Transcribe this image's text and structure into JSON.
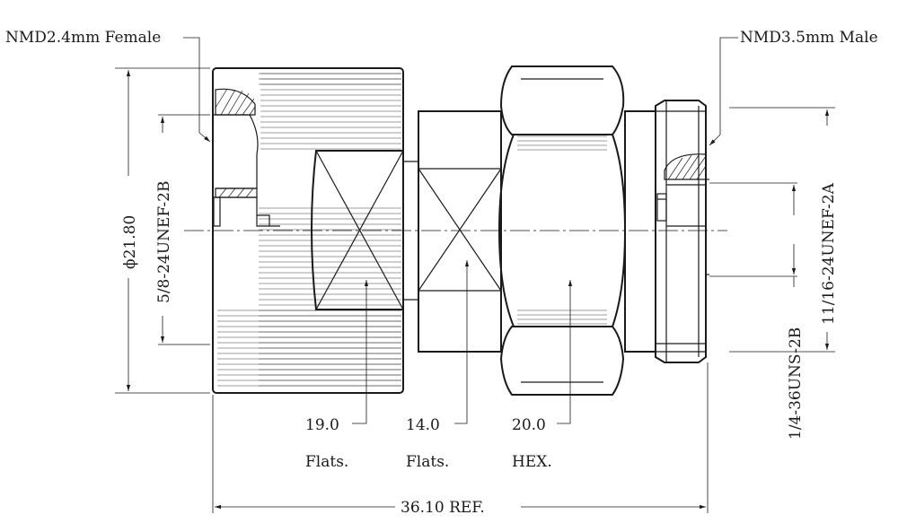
{
  "callouts": {
    "left_connector": "NMD2.4mm Female",
    "right_connector": "NMD3.5mm Male"
  },
  "dimensions": {
    "outer_diameter": "21.80",
    "diameter_symbol": "ϕ",
    "left_thread": "5/8-24UNEF-2B",
    "right_thread": "11/16-24UNEF-2A",
    "inner_thread": "1/4-36UNS-2B",
    "flats_1_value": "19.0",
    "flats_1_label": "Flats.",
    "flats_2_value": "14.0",
    "flats_2_label": "Flats.",
    "hex_value": "20.0",
    "hex_label": "HEX.",
    "overall_length": "36.10 REF."
  }
}
